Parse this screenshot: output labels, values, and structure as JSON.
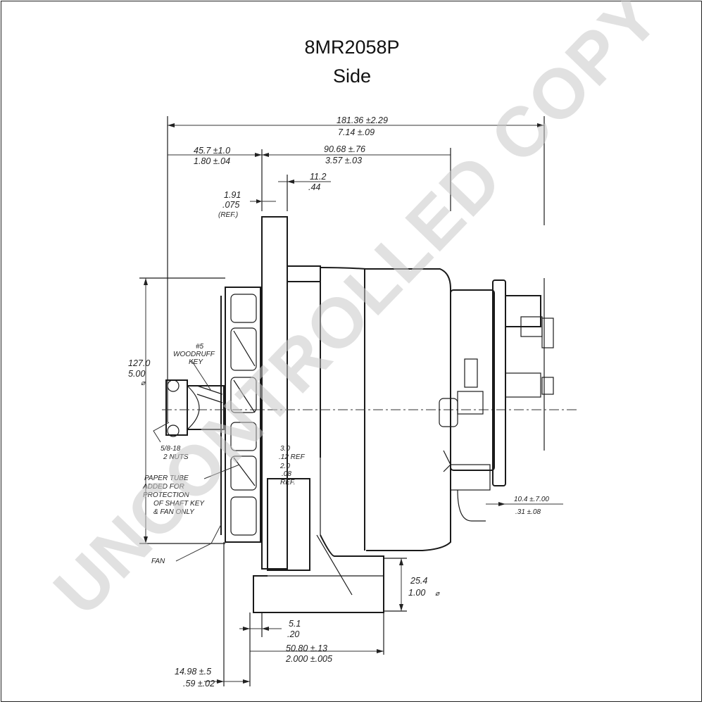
{
  "drawing": {
    "part_number": "8MR2058P",
    "view": "Side",
    "watermark": "UNCONTROLLED COPY"
  },
  "dimensions": {
    "overall_mm": "181.36 ±2.29",
    "overall_in": "7.14 ±.09",
    "front_mm": "45.7 ±1.0",
    "front_in": "1.80 ±.04",
    "rear_mm": "90.68 ±.76",
    "rear_in": "3.57 ±.03",
    "mount_offset_mm": "11.2",
    "mount_offset_in": ".44",
    "flange_mm": "1.91",
    "flange_in": ".075",
    "flange_note": "(REF.)",
    "pulley_dia_mm": "127.0",
    "pulley_dia_in": "5.00",
    "pulley_dia_sym": "⌀",
    "key_line1": "#5",
    "key_line2": "WOODRUFF",
    "key_line3": "KEY",
    "thread_line1": "5/8-18",
    "thread_line2": "2 NUTS",
    "note_line1": "PAPER TUBE",
    "note_line2": "ADDED FOR",
    "note_line3": "PROTECTION",
    "note_line4": "OF SHAFT KEY",
    "note_line5": "& FAN ONLY",
    "fan_label": "FAN",
    "gap1_mm": "3.0",
    "gap1_in": ".12 REF",
    "gap2_mm": "2.0",
    "gap2_in": ".08",
    "gap2_note": "REF.",
    "terminal_mm": "10.4 ±.7.00",
    "terminal_in": ".31 ±.08",
    "hole_mm": "25.4",
    "hole_in": "1.00",
    "hole_sym": "⌀",
    "ear_mm": "5.1",
    "ear_in": ".20",
    "ear_span_mm": "50.80 ±.13",
    "ear_span_in": "2.000 ±.005",
    "base_mm": "14.98 ±.5",
    "base_in": ".59 ±.02"
  }
}
